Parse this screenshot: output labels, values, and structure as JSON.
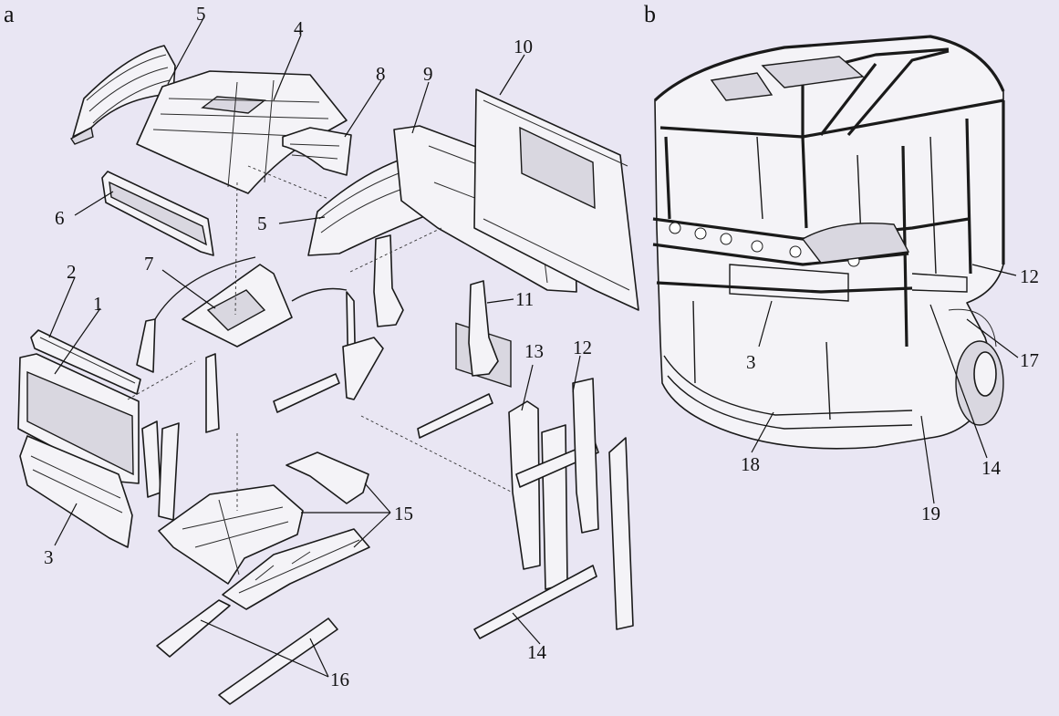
{
  "panels": [
    {
      "id": "a",
      "letter": "a"
    },
    {
      "id": "b",
      "letter": "b"
    }
  ],
  "labels_a": [
    "5",
    "4",
    "8",
    "9",
    "10",
    "6",
    "5",
    "2",
    "1",
    "7",
    "11",
    "13",
    "12",
    "15",
    "3",
    "16",
    "14"
  ],
  "labels_b": [
    "12",
    "3",
    "17",
    "18",
    "14",
    "19"
  ]
}
